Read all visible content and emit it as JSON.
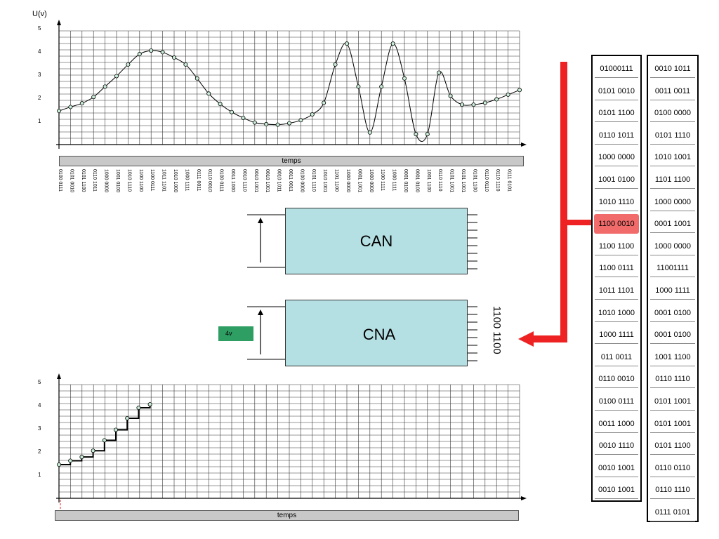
{
  "top_chart": {
    "ylabel": "U(v)",
    "yticks": [
      "5",
      "4",
      "3",
      "2",
      "1"
    ],
    "xlabel": "temps",
    "sample_codes": [
      "0100 0111",
      "0101 0010",
      "0101 1100",
      "0110 1011",
      "1000 0000",
      "1001 0100",
      "1010 1110",
      "1100 1100",
      "1100 0111",
      "1011 1101",
      "1010 1000",
      "1000 1111",
      "0111 0011",
      "0110 0010",
      "0100 0111",
      "0011 1000",
      "0010 1110",
      "0010 1001",
      "0010 1001",
      "0010 1011",
      "0011 0011",
      "0100 0000",
      "0101 1110",
      "1010 1001",
      "1101 1100",
      "1000 0000",
      "0001 1001",
      "1000 0000",
      "1100 1111",
      "1000 1111",
      "0001 0100",
      "0001 0100",
      "1001 1100",
      "0110 1110",
      "0101 1001",
      "0101 1001",
      "0101 1100",
      "0110 0110",
      "0110 1110",
      "0111 0101"
    ],
    "samples": [
      1.45,
      1.62,
      1.78,
      2.05,
      2.5,
      2.95,
      3.45,
      3.9,
      4.05,
      3.98,
      3.75,
      3.45,
      2.85,
      2.2,
      1.75,
      1.4,
      1.15,
      0.95,
      0.88,
      0.86,
      0.92,
      1.05,
      1.3,
      1.8,
      3.45,
      4.35,
      2.5,
      0.52,
      2.5,
      4.35,
      2.85,
      0.45,
      0.45,
      3.1,
      2.1,
      1.72,
      1.72,
      1.8,
      1.95,
      2.15,
      2.35
    ]
  },
  "bottom_chart": {
    "yticks": [
      "5",
      "4",
      "3",
      "2",
      "1"
    ],
    "xlabel": "temps",
    "samples": [
      1.45,
      1.62,
      1.78,
      2.05,
      2.5,
      2.95,
      3.45,
      3.9,
      4.05
    ]
  },
  "can_block": {
    "label": "CAN"
  },
  "cna_block": {
    "label": "CNA",
    "input_code": "1100 1100"
  },
  "output_badge": {
    "label": "4v",
    "color": "#2e9e62"
  },
  "arrow_color": "#ee2222",
  "memory": {
    "col1": [
      "01000111",
      "0101 0010",
      "0101 1100",
      "0110 1011",
      "1000 0000",
      "1001 0100",
      "1010 1110",
      "1100 0010",
      "1100 1100",
      "1100 0111",
      "1011 1101",
      "1010 1000",
      "1000 1111",
      "011 0011",
      "0110 0010",
      "0100 0111",
      "0011 1000",
      "0010 1110",
      "0010 1001",
      "0010 1001"
    ],
    "col2": [
      "0010 1011",
      "0011 0011",
      "0100 0000",
      "0101 1110",
      "1010 1001",
      "1101 1100",
      "1000 0000",
      "0001 1001",
      "1000 0000",
      "11001111",
      "1000 1111",
      "0001 0100",
      "0001 0100",
      "1001 1100",
      "0110 1110",
      "0101 1001",
      "0101 1001",
      "0101 1100",
      "0110 0110",
      "0110 1110",
      "0111 0101"
    ],
    "highlight_index": 7,
    "highlight_color": "#f26b6b"
  }
}
